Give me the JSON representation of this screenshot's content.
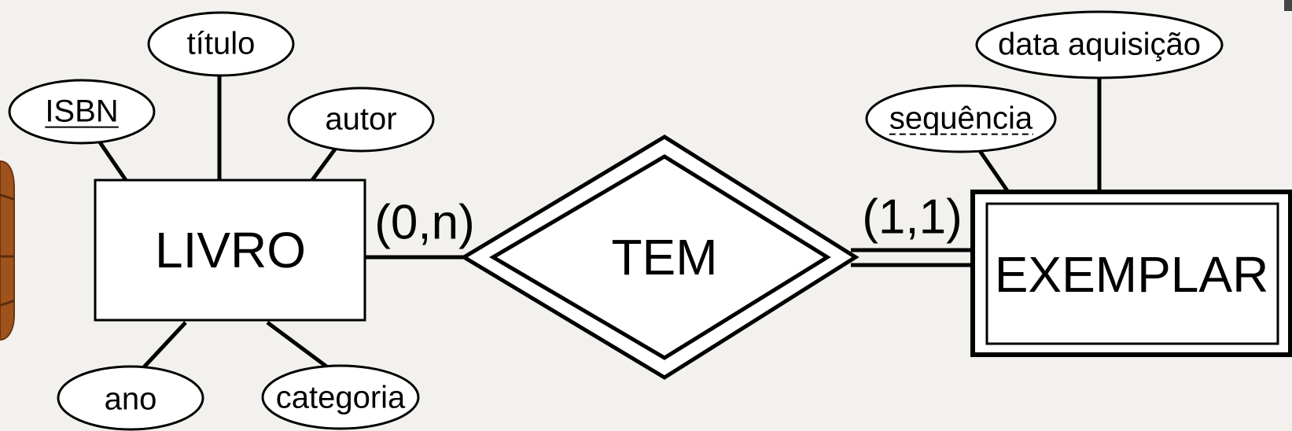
{
  "entities": {
    "livro": {
      "label": "LIVRO"
    },
    "exemplar": {
      "label": "EXEMPLAR"
    }
  },
  "relationship": {
    "label": "TEM"
  },
  "cardinalities": {
    "livro_side": "(0,n)",
    "exemplar_side": "(1,1)"
  },
  "attributes": {
    "isbn": "ISBN",
    "titulo": "título",
    "autor": "autor",
    "ano": "ano",
    "categoria": "categoria",
    "sequencia": "sequência",
    "data_aquisicao": "data aquisição"
  },
  "colors": {
    "background": "#f2f1ed",
    "stroke": "#000000",
    "fill": "#ffffff",
    "decoration": "#a0521c"
  }
}
